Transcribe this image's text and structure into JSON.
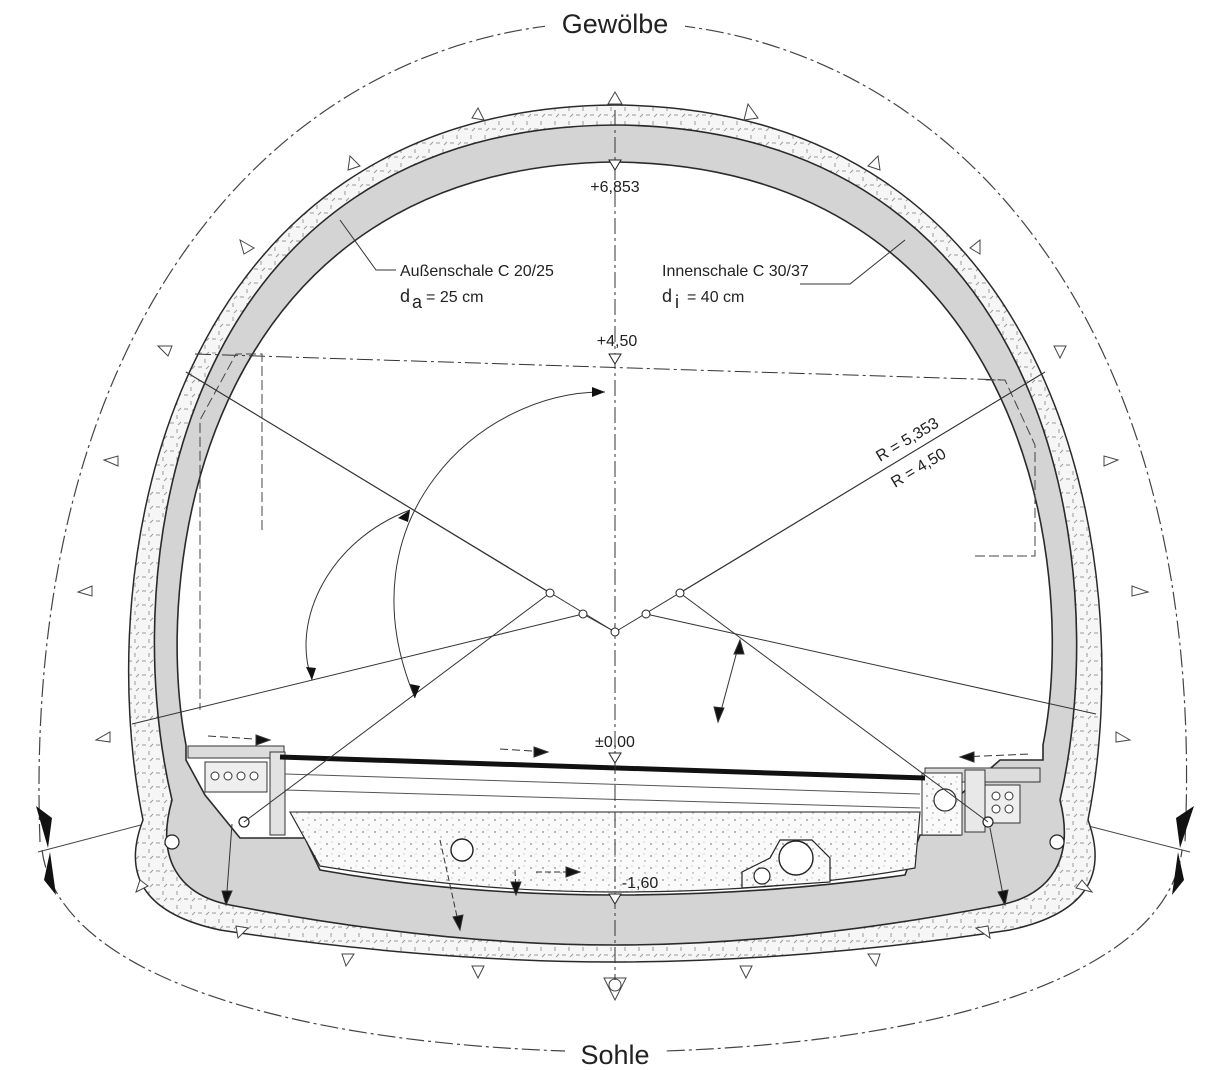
{
  "labels": {
    "vault": "Gewölbe",
    "invert": "Sohle",
    "outer_shell": "Außenschale C 20/25",
    "outer_thickness": "d",
    "outer_thickness_sub": "a",
    "outer_thickness_value": "= 25 cm",
    "inner_shell": "Innenschale C 30/37",
    "inner_thickness": "d",
    "inner_thickness_sub": "i",
    "inner_thickness_value": "= 40 cm",
    "radius_outer": "R = 5,353",
    "radius_inner": "R = 4,50"
  },
  "elevations": {
    "crown": "+6,853",
    "spring": "+4,50",
    "datum": "±0,00",
    "invert": "-1,60"
  },
  "colors": {
    "line": "#2a2a2a",
    "shell_fill": "#d4d4d4",
    "shotcrete_fill": "#f4f4f4",
    "thin_line": "#555555"
  }
}
